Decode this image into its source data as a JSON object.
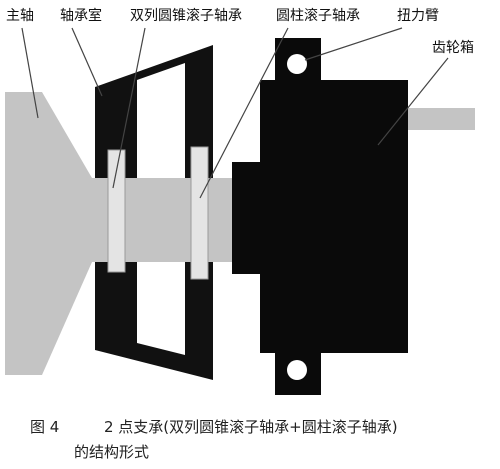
{
  "labels": {
    "main_shaft": "主轴",
    "bearing_housing": "轴承室",
    "double_row_tapered_bearing": "双列圆锥滚子轴承",
    "cylindrical_roller_bearing": "圆柱滚子轴承",
    "torque_arm": "扭力臂",
    "gearbox": "齿轮箱"
  },
  "caption": {
    "figure_number": "图 4",
    "line1": "2 点支承(双列圆锥滚子轴承+圆柱滚子轴承)",
    "line2": "的结构形式"
  },
  "colors": {
    "shaft": "#c4c4c4",
    "housing": "#111111",
    "bearing": "#e4e4e4",
    "gearbox": "#0a0a0a",
    "background": "#ffffff",
    "leader": "#444444"
  }
}
